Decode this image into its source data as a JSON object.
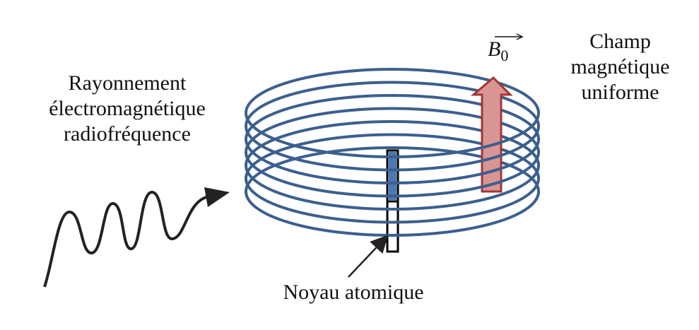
{
  "labels": {
    "radiation": [
      "Rayonnement",
      "électromagnétique",
      "radiofréquence"
    ],
    "field": [
      "Champ",
      "magnétique",
      "uniforme"
    ],
    "nucleus": "Noyau atomique",
    "vector": {
      "letter": "B",
      "subscript": "0"
    }
  },
  "colors": {
    "coil": "#3b5f8e",
    "arrow_fill": "#d99594",
    "arrow_stroke": "#a33636",
    "nucleus_fill": "#4a78b5",
    "wave": "#222222"
  },
  "icons": {
    "coil": "solenoid-coil",
    "field_arrow": "up-arrow",
    "wave": "sine-wave-arrow",
    "nucleus": "spin-bar",
    "pointer": "pointer-arrow"
  }
}
